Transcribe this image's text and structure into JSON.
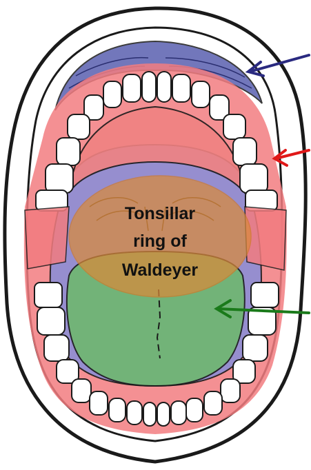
{
  "label": {
    "line1": "Tonsillar",
    "line2": "ring of",
    "line3": "Waldeyer"
  },
  "colors": {
    "outline": "#1a1a1a",
    "lip_skin": "#ffffff",
    "upper_lip_blue": "#5a60b0",
    "gum_red": "#f27c80",
    "palate_red": "#f08282",
    "pharynx_blue": "#8c8ed6",
    "tongue_green": "#6fb86f",
    "tonsil_ring_orange": "#d98a3a",
    "teeth": "#ffffff",
    "arrow_blue": "#2a2a80",
    "arrow_red": "#e01818",
    "arrow_green": "#1a7a1a"
  },
  "icons": [
    "arrow-blue-icon",
    "arrow-red-icon",
    "arrow-green-icon"
  ]
}
